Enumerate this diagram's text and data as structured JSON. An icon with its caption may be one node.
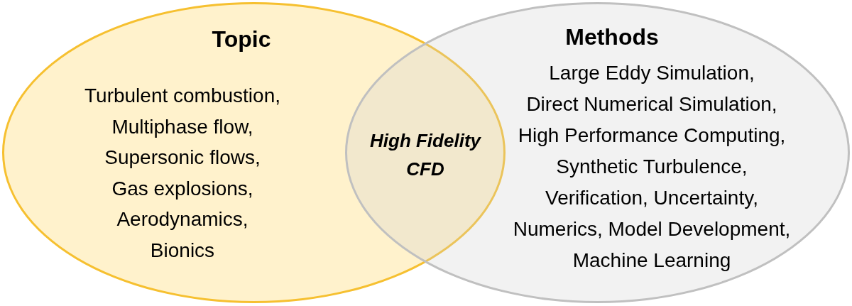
{
  "diagram": {
    "nodes": [
      {
        "text": [
          "Topic",
          "Turbulent combustion,",
          "Multiphase flow,",
          "Supersonic flows,",
          "Gas explosions,",
          "Aerodynamics,",
          "Bionics"
        ]
      },
      {
        "text": [
          "Methods",
          "Large Eddy Simulation,",
          "Direct Numerical Simulation,",
          "High Performance Computing,",
          "Synthetic Turbulence,",
          "Verification, Uncertainty,",
          "Numerics, Model Development,",
          "Machine Learning"
        ]
      },
      {
        "text": [
          "High Fidelity CFD"
        ]
      }
    ]
  }
}
